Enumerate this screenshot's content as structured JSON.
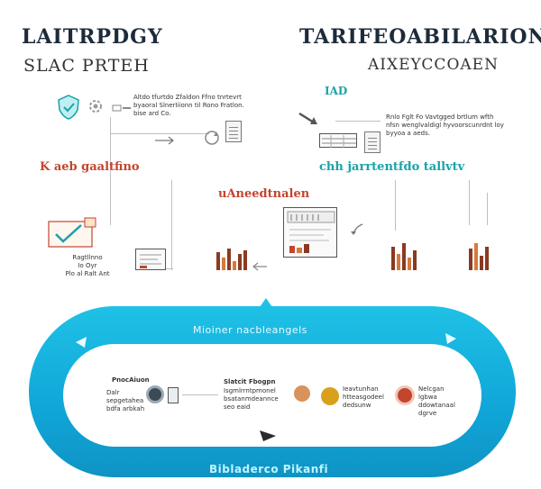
{
  "header": {
    "title_left": "LAITRPDGY",
    "subtitle_left": "SLAC PRTEH",
    "title_right": "TARIFEOABILARION",
    "subtitle_right": "AIXEYCCOAEN"
  },
  "notes": {
    "top_left": "Altdo tfurtdo Zfaldon Ffno tnrtevrt\nbyaoral SlnerIiionn til Rono Fratlon.\nbise ard Co.",
    "top_right_label": "IAD",
    "top_right_text": "Rnlo Fglt Fo Vavtgged brtlum wfth\nnfsn wenglvaldigl hyvoorscunrdnt loy\nbyyoa a aeds.",
    "left_card_text": "Ragtllnno\nIo Oyr\nPlo al Ralt Ant"
  },
  "sections": {
    "left_red": "K aeb gaaltfino",
    "middle_red": "uAneedtnalen",
    "right_teal": "chh jarrtentfdo tallvtv"
  },
  "ring": {
    "top_label": "Mioiner nacbleangels",
    "bottom_label": "Bibladerco Pikanfi",
    "item1_title": "PnocAiuon",
    "item1_text": "Dalr sepgetahea\nbdfa arbkah",
    "item2_title": "Slatcit Fbogpn",
    "item2_text": "Isgmlrrntpmonel\nbsatanmdeannce\nseo eaid",
    "item3_text": "Ieavtunhan\nhtteasgodeel\ndedsunw",
    "item4_text": "Nelcgan\nlgbwa ddowtanaal\ndgrve"
  },
  "colors": {
    "accent_red": "#c2452e",
    "accent_teal": "#1aa3a8",
    "ring_blue": "#10a6d8",
    "title_navy": "#1d2b3a"
  }
}
